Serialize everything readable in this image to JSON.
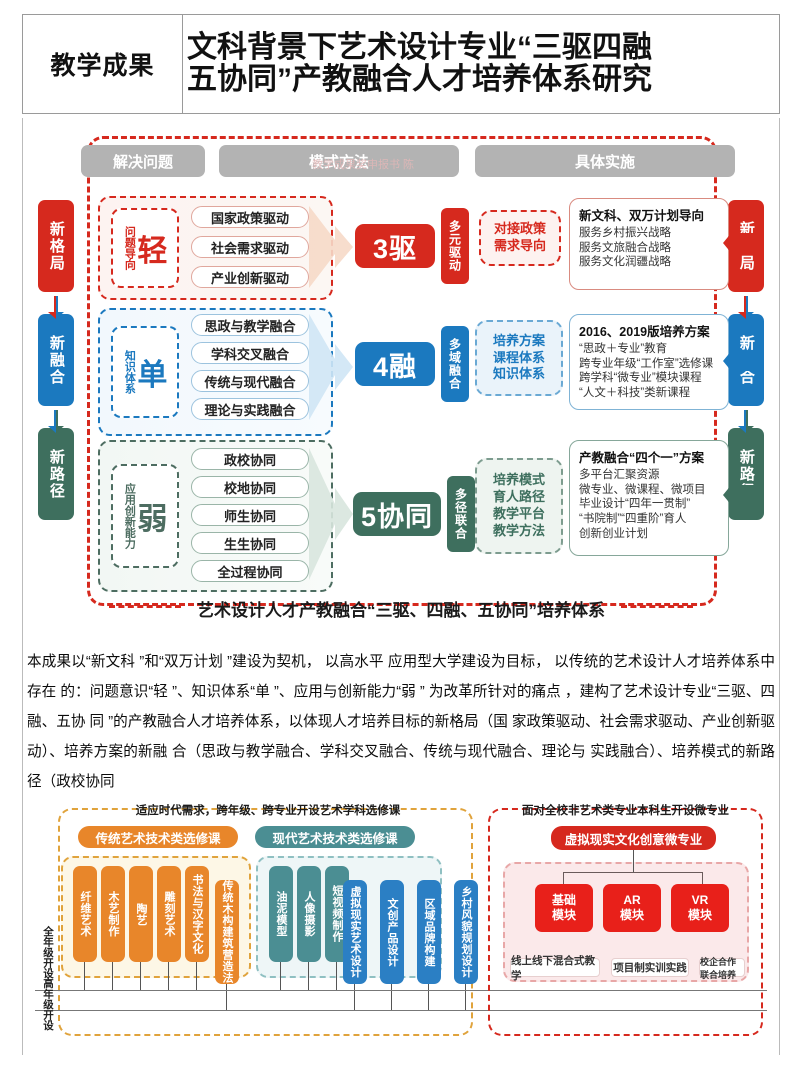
{
  "header": {
    "label": "教学成果",
    "title_line1": "文科背景下艺术设计专业“三驱四融",
    "title_line2": "五协同”产教融合人才培养体系研究"
  },
  "diagram": {
    "watermark": "教学成果奖申报书 陈",
    "bands": [
      "解决问题",
      "模式方法",
      "具体实施"
    ],
    "left_pillars": [
      "新格局",
      "新融合",
      "新路径"
    ],
    "right_pillars": [
      "新格局",
      "新融合",
      "新路径"
    ],
    "badges": [
      "3驱",
      "4融",
      "5协同"
    ],
    "tags": [
      "多元驱动",
      "多域融合",
      "多径联合"
    ],
    "cores": [
      {
        "label": "问题导向",
        "big": "轻"
      },
      {
        "label": "知识体系",
        "big": "单"
      },
      {
        "label": "应用创新能力",
        "big": "弱"
      }
    ],
    "driver_items": [
      "国家政策驱动",
      "社会需求驱动",
      "产业创新驱动"
    ],
    "fusion_items": [
      "思政与教学融合",
      "学科交叉融合",
      "传统与现代融合",
      "理论与实践融合"
    ],
    "coop_items": [
      "政校协同",
      "校地协同",
      "师生协同",
      "生生协同",
      "全过程协同"
    ],
    "bubbles": [
      {
        "lines": [
          "对接政策",
          "需求导向"
        ]
      },
      {
        "lines": [
          "培养方案",
          "课程体系",
          "知识体系"
        ]
      },
      {
        "lines": [
          "培养模式",
          "育人路径",
          "教学平台",
          "教学方法"
        ]
      }
    ],
    "cards": [
      {
        "title": "新文科、双万计划导向",
        "lines": [
          "服务乡村振兴战略",
          "服务文旅融合战略",
          "服务文化润疆战略"
        ]
      },
      {
        "title": "2016、2019版培养方案",
        "lines": [
          "“思政＋专业”教育",
          "跨专业年级“工作室”选修课",
          "跨学科“微专业”模块课程",
          "“人文＋科技”类新课程"
        ]
      },
      {
        "title": "产教融合“四个一”方案",
        "lines": [
          "多平台汇聚资源",
          "微专业、微课程、微项目",
          "毕业设计“四年一贯制”",
          "“书院制”“四重阶”育人",
          "创新创业计划"
        ]
      }
    ],
    "caption": "艺术设计人才产教融合“三驱、四融、五协同”培养体系"
  },
  "body_text": "本成果以“新文科 ”和“双万计划 ”建设为契机， 以高水平  应用型大学建设为目标， 以传统的艺术设计人才培养体系中存在  的：问题意识“轻 ”、知识体系“单 ”、应用与创新能力“弱 ” 为改革所针对的痛点 ，建构了艺术设计专业“三驱、四融、五协  同 ”的产教融合人才培养体系，以体现人才培养目标的新格局（国  家政策驱动、社会需求驱动、产业创新驱动）、培养方案的新融  合（思政与教学融合、学科交叉融合、传统与现代融合、理论与  实践融合）、培养模式的新路径（政校协同",
  "bottom": {
    "left_panel": {
      "heading": "适应时代需求，跨年级、跨专业开设艺术学科选修课",
      "pills": [
        "传统艺术技术类选修课",
        "现代艺术技术类选修课"
      ],
      "traditional_courses": [
        "纤维艺术",
        "木艺制作",
        "陶艺",
        "雕刻艺术",
        "书法与汉字文化",
        "传统木构建筑营造法"
      ],
      "modern_courses": [
        "油泥模型",
        "人像摄影",
        "短视频制作"
      ],
      "blue_courses": [
        "虚拟现实艺术设计",
        "文创产品设计",
        "区域品牌构建",
        "乡村风貌规划设计"
      ],
      "side_labels": [
        "全年级开设",
        "高年级开设"
      ]
    },
    "right_panel": {
      "heading": "面对全校非艺术类专业本科生开设微专业",
      "pill": "虚拟现实文化创意微专业",
      "modules": [
        {
          "l1": "基础",
          "l2": "模块"
        },
        {
          "l1": "AR",
          "l2": "模块"
        },
        {
          "l1": "VR",
          "l2": "模块"
        }
      ],
      "tags": [
        "线上线下混合式教学",
        "项目制实训实践",
        "校企合作联合培养"
      ]
    }
  },
  "colors": {
    "red": "#d6291e",
    "blue": "#1b79bf",
    "green": "#3e6f5e",
    "orange": "#e8862a",
    "teal": "#4b8e93",
    "gray_band": "#b3b3b3"
  }
}
